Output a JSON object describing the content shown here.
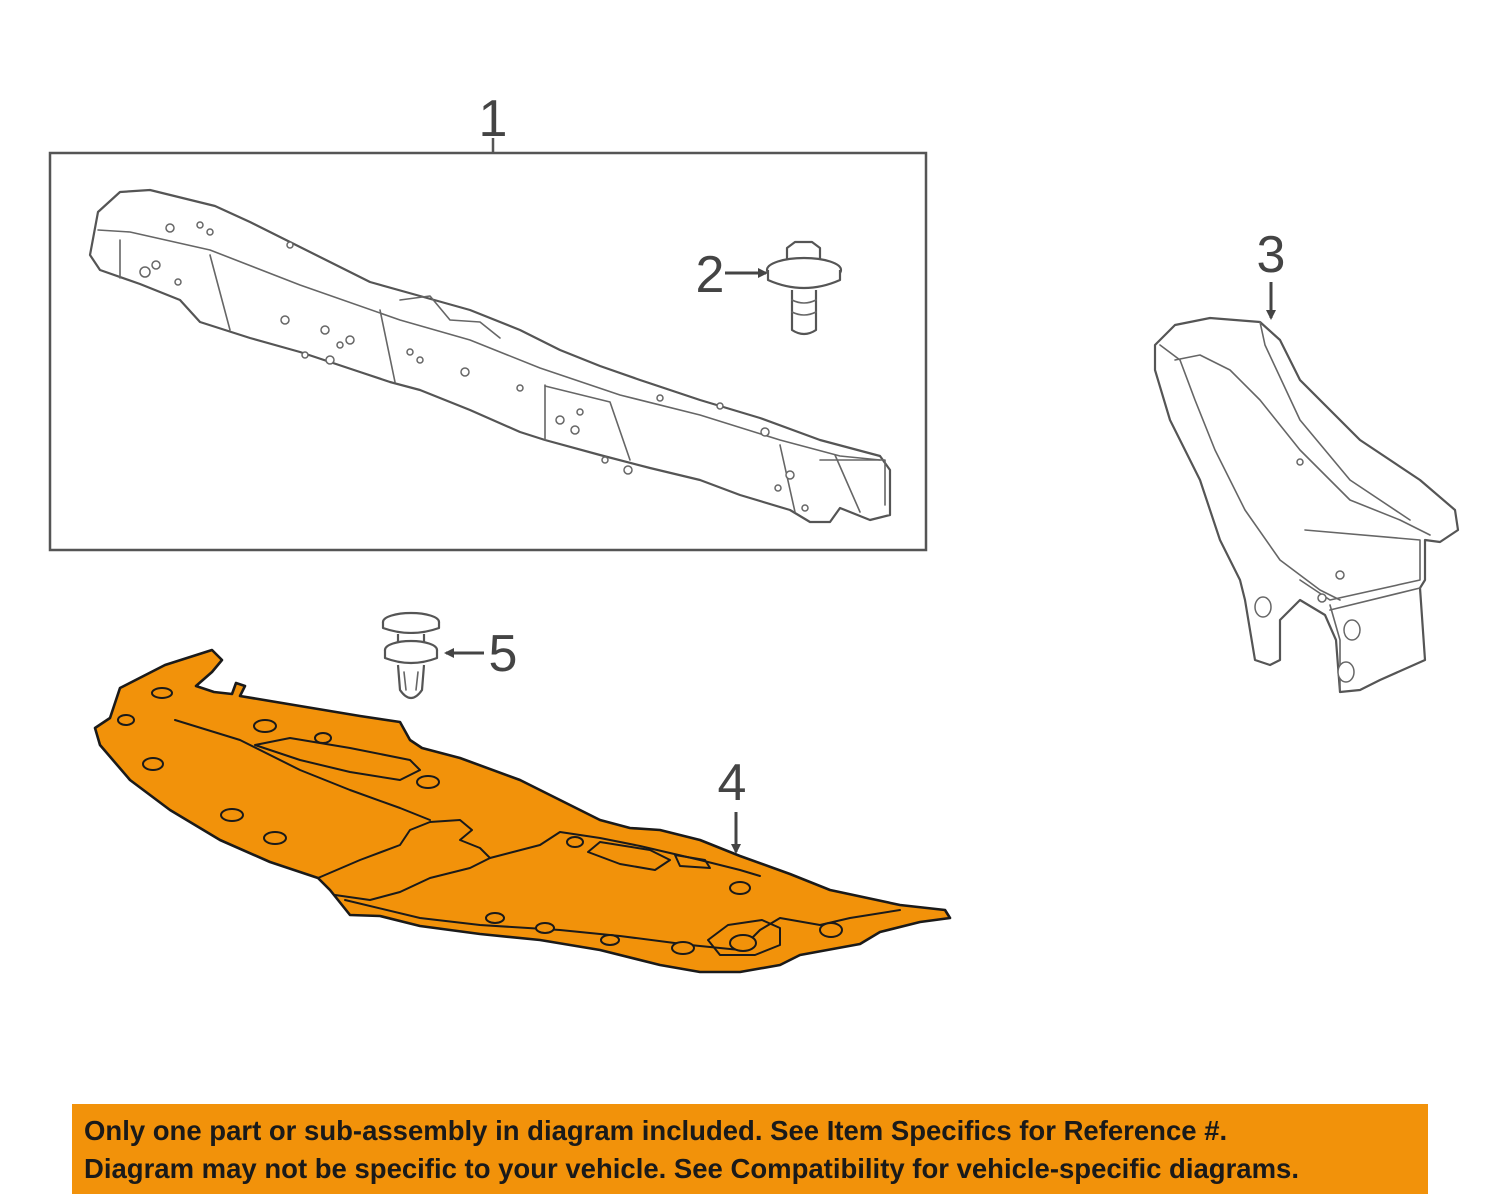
{
  "callouts": {
    "part1": "1",
    "part2": "2",
    "part3": "3",
    "part4": "4",
    "part5": "5"
  },
  "disclaimer": {
    "line1": "Only one part or sub-assembly in diagram included. See Item Specifics for Reference #.",
    "line2": "Diagram may not be specific to your vehicle. See Compatibility for vehicle-specific diagrams."
  },
  "colors": {
    "highlight": "#f2920a",
    "line": "#555555",
    "callout_text": "#444444"
  }
}
